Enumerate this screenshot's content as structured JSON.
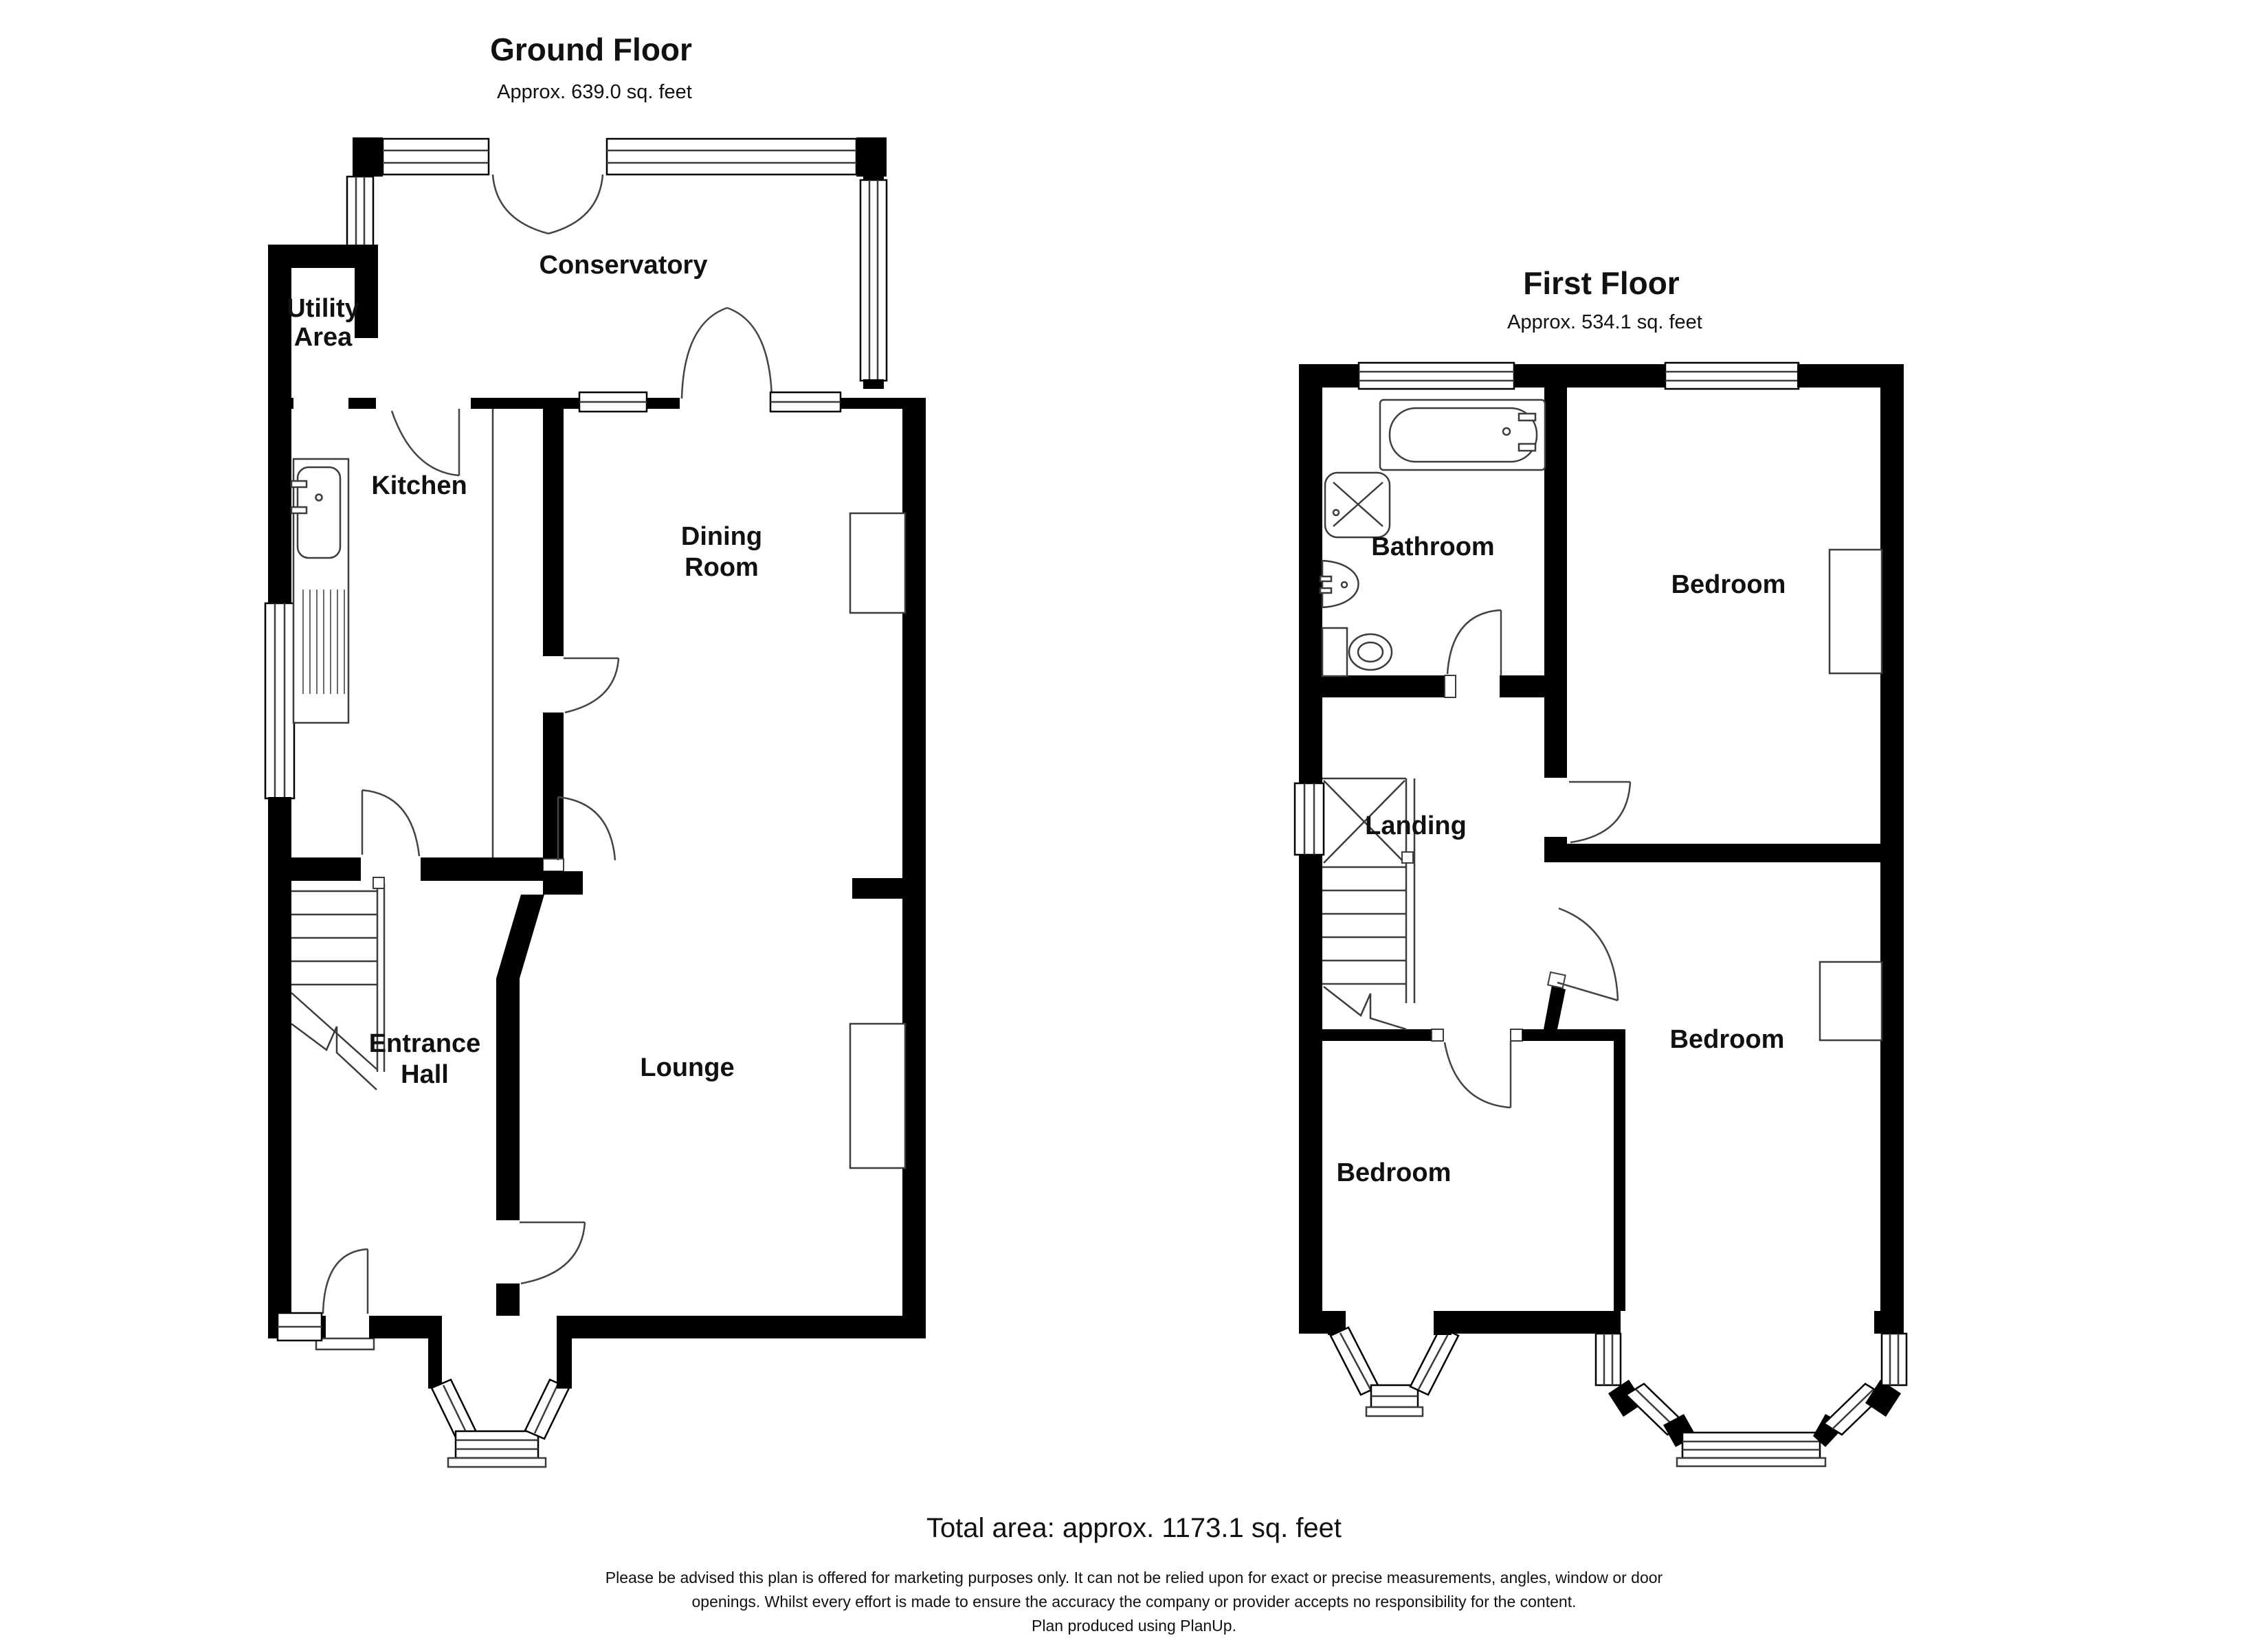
{
  "ground_floor": {
    "title": "Ground Floor",
    "area": "Approx. 639.0 sq. feet",
    "rooms": {
      "conservatory": "Conservatory",
      "utility_line1": "Utility",
      "utility_line2": "Area",
      "kitchen": "Kitchen",
      "dining_line1": "Dining",
      "dining_line2": "Room",
      "entrance_line1": "Entrance",
      "entrance_line2": "Hall",
      "lounge": "Lounge"
    }
  },
  "first_floor": {
    "title": "First Floor",
    "area": "Approx. 534.1 sq. feet",
    "rooms": {
      "bathroom": "Bathroom",
      "bedroom_top_right": "Bedroom",
      "landing": "Landing",
      "bedroom_bottom_left": "Bedroom",
      "bedroom_bottom_right": "Bedroom"
    }
  },
  "footer": {
    "total_area": "Total area: approx. 1173.1 sq. feet",
    "disclaimer_line1": "Please be advised this plan is offered for marketing purposes only. It can not be relied upon for exact or precise measurements, angles, window or door",
    "disclaimer_line2": "openings. Whilst every effort is made to ensure the accuracy the company or provider accepts no responsibility for the content.",
    "disclaimer_line3": "Plan produced using PlanUp."
  },
  "colors": {
    "wall": "#000000",
    "line": "#3c3c3c",
    "background": "#ffffff"
  }
}
